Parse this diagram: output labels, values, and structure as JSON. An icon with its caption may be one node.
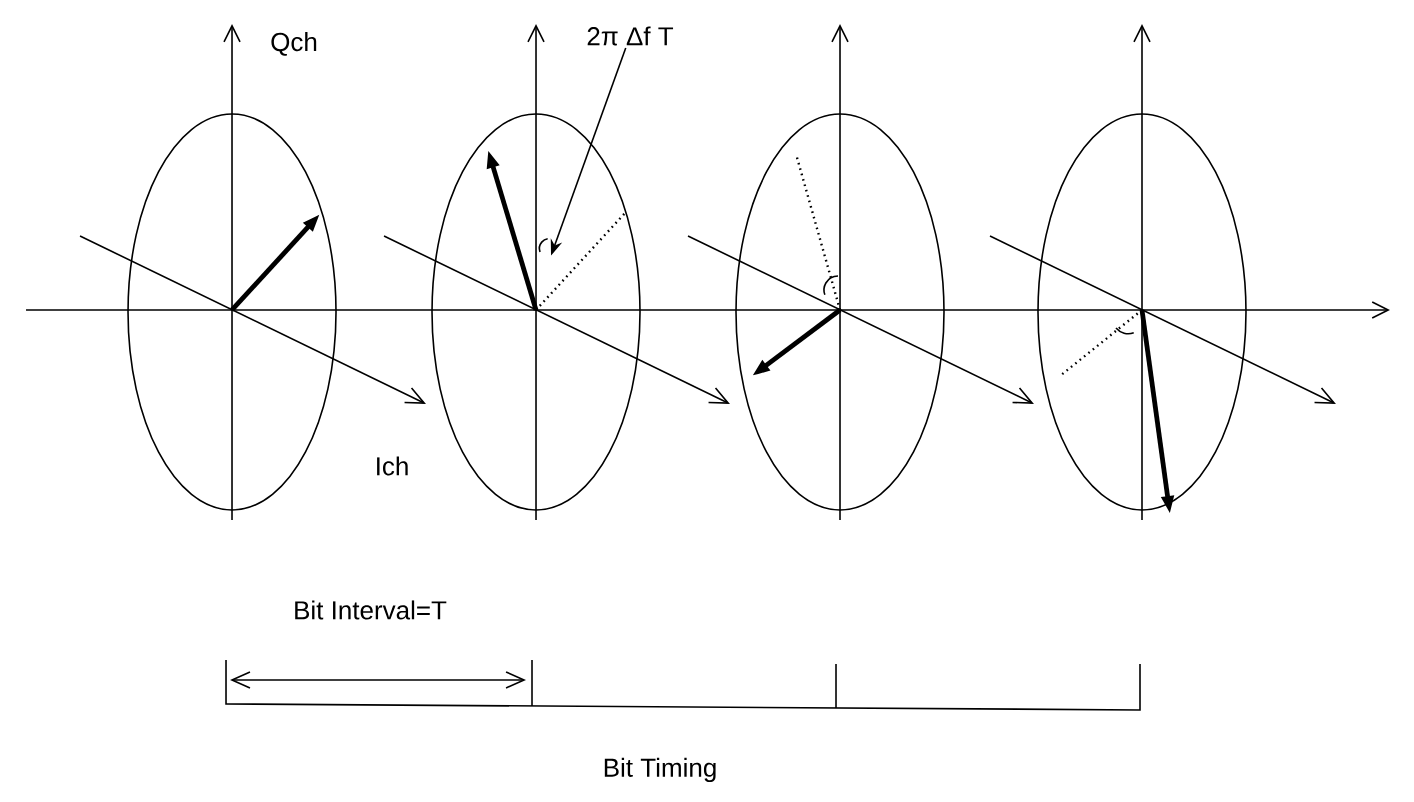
{
  "diagram": {
    "nodes": [
      {
        "text": [
          "2π Δf T"
        ]
      },
      {
        "text": [],
        "shape": "arc"
      }
    ],
    "edges": [
      {
        "from": 0,
        "to": 1,
        "arrow": "to"
      }
    ],
    "labels": [
      "Qch",
      "Ich",
      "Bit Interval=T",
      "Bit Timing"
    ]
  }
}
